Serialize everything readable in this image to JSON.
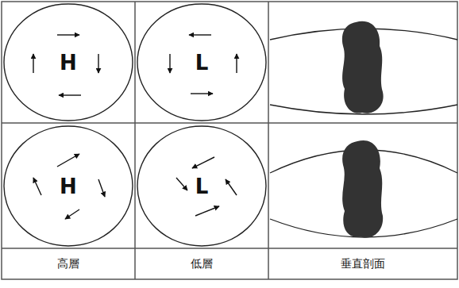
{
  "diagram": {
    "nodes": [
      {
        "text": [
          "H"
        ]
      },
      {
        "text": [
          "L"
        ]
      },
      {
        "text": [
          "H"
        ]
      },
      {
        "text": [
          "L"
        ]
      }
    ],
    "labels": [
      "高層",
      "低層",
      "垂直剖面"
    ]
  }
}
